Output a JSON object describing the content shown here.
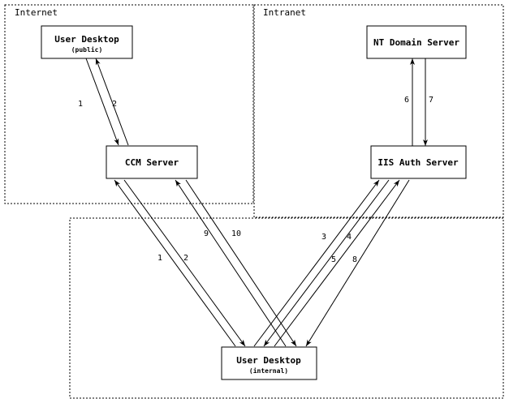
{
  "diagram": {
    "type": "network-flow-diagram",
    "zones": [
      {
        "id": "internet",
        "label": "Internet"
      },
      {
        "id": "intranet",
        "label": "Intranet"
      },
      {
        "id": "internal",
        "label": ""
      }
    ],
    "nodes": [
      {
        "id": "user-desktop-public",
        "title": "User Desktop",
        "subtitle": "(public)"
      },
      {
        "id": "ccm-server",
        "title": "CCM Server",
        "subtitle": ""
      },
      {
        "id": "nt-domain-server",
        "title": "NT Domain Server",
        "subtitle": ""
      },
      {
        "id": "iis-auth-server",
        "title": "IIS Auth Server",
        "subtitle": ""
      },
      {
        "id": "user-desktop-internal",
        "title": "User Desktop",
        "subtitle": "(internal)"
      }
    ],
    "flows": [
      {
        "step": "1",
        "from": "user-desktop-public",
        "to": "ccm-server"
      },
      {
        "step": "2",
        "from": "ccm-server",
        "to": "user-desktop-public"
      },
      {
        "step": "1",
        "from": "user-desktop-internal",
        "to": "ccm-server"
      },
      {
        "step": "2",
        "from": "ccm-server",
        "to": "user-desktop-internal"
      },
      {
        "step": "3",
        "from": "user-desktop-internal",
        "to": "iis-auth-server"
      },
      {
        "step": "4",
        "from": "iis-auth-server",
        "to": "user-desktop-internal"
      },
      {
        "step": "5",
        "from": "user-desktop-internal",
        "to": "iis-auth-server"
      },
      {
        "step": "6",
        "from": "iis-auth-server",
        "to": "nt-domain-server"
      },
      {
        "step": "7",
        "from": "nt-domain-server",
        "to": "iis-auth-server"
      },
      {
        "step": "8",
        "from": "iis-auth-server",
        "to": "user-desktop-internal"
      },
      {
        "step": "9",
        "from": "user-desktop-internal",
        "to": "ccm-server"
      },
      {
        "step": "10",
        "from": "ccm-server",
        "to": "user-desktop-internal"
      }
    ],
    "step_labels": {
      "public_1": "1",
      "public_2": "2",
      "internal_1": "1",
      "internal_2": "2",
      "auth_3": "3",
      "auth_4": "4",
      "auth_5": "5",
      "domain_6": "6",
      "domain_7": "7",
      "auth_8": "8",
      "ccm_9": "9",
      "ccm_10": "10"
    },
    "colors": {
      "stroke": "#000000",
      "fill": "#ffffff",
      "background": "#ffffff"
    }
  }
}
